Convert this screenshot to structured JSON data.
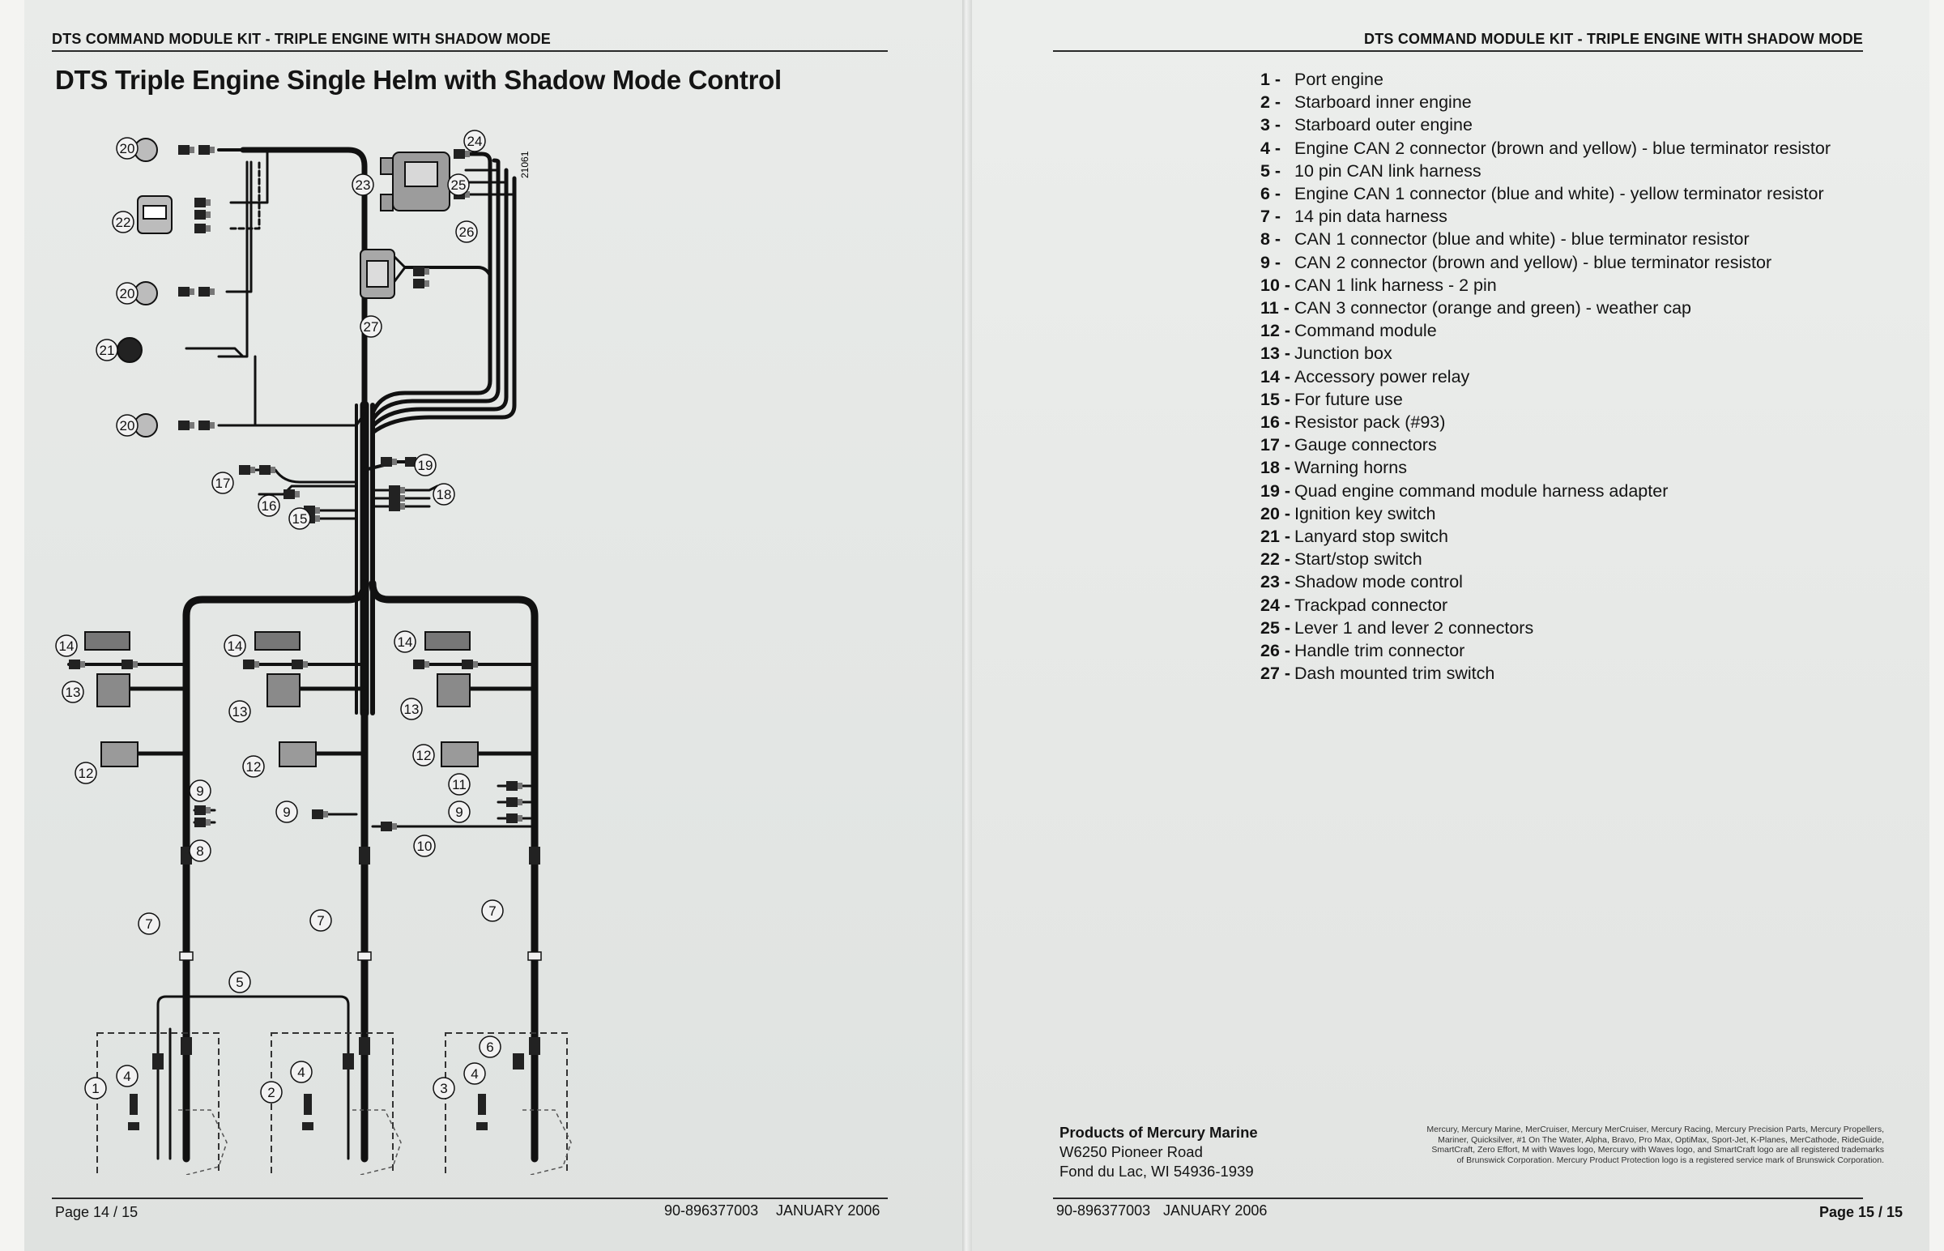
{
  "left_page": {
    "running_header": "DTS COMMAND MODULE KIT - TRIPLE ENGINE WITH SHADOW MODE",
    "title": "DTS Triple Engine Single Helm with Shadow Mode Control",
    "figure_number": "21061",
    "footer": {
      "page": "Page 14 / 15",
      "doc_number": "90-896377003",
      "date": "JANUARY 2006"
    }
  },
  "callouts": {
    "c1": "1",
    "c2": "2",
    "c3": "3",
    "c4": "4",
    "c5": "5",
    "c6": "6",
    "c7": "7",
    "c8": "8",
    "c9": "9",
    "c10": "10",
    "c11": "11",
    "c12": "12",
    "c13": "13",
    "c14": "14",
    "c15": "15",
    "c16": "16",
    "c17": "17",
    "c18": "18",
    "c19": "19",
    "c20": "20",
    "c21": "21",
    "c22": "22",
    "c23": "23",
    "c24": "24",
    "c25": "25",
    "c26": "26",
    "c27": "27"
  },
  "right_page": {
    "running_header": "DTS COMMAND MODULE KIT - TRIPLE ENGINE WITH SHADOW MODE",
    "legend": [
      {
        "num": "1 -",
        "text": "Port engine"
      },
      {
        "num": "2 -",
        "text": "Starboard inner engine"
      },
      {
        "num": "3 -",
        "text": "Starboard outer engine"
      },
      {
        "num": "4 -",
        "text": "Engine CAN 2 connector (brown and yellow) - blue terminator resistor"
      },
      {
        "num": "5 -",
        "text": "10 pin CAN link harness"
      },
      {
        "num": "6 -",
        "text": "Engine CAN 1 connector (blue and white) - yellow terminator resistor"
      },
      {
        "num": "7 -",
        "text": "14 pin data harness"
      },
      {
        "num": "8 -",
        "text": "CAN 1 connector (blue and white) - blue terminator resistor"
      },
      {
        "num": "9 -",
        "text": "CAN 2 connector (brown and yellow) - blue terminator resistor"
      },
      {
        "num": "10 -",
        "text": "CAN 1 link harness - 2 pin"
      },
      {
        "num": "11 -",
        "text": "CAN 3 connector (orange and green) - weather cap"
      },
      {
        "num": "12 -",
        "text": "Command module"
      },
      {
        "num": "13 -",
        "text": "Junction box"
      },
      {
        "num": "14 -",
        "text": "Accessory power relay"
      },
      {
        "num": "15 -",
        "text": "For future use"
      },
      {
        "num": "16 -",
        "text": "Resistor pack (#93)"
      },
      {
        "num": "17 -",
        "text": "Gauge connectors"
      },
      {
        "num": "18 -",
        "text": "Warning horns"
      },
      {
        "num": "19 -",
        "text": "Quad engine command module harness adapter"
      },
      {
        "num": "20 -",
        "text": "Ignition key switch"
      },
      {
        "num": "21 -",
        "text": "Lanyard stop switch"
      },
      {
        "num": "22 -",
        "text": "Start/stop switch"
      },
      {
        "num": "23 -",
        "text": "Shadow mode control"
      },
      {
        "num": "24 -",
        "text": "Trackpad connector"
      },
      {
        "num": "25 -",
        "text": "Lever 1 and lever 2 connectors"
      },
      {
        "num": "26 -",
        "text": "Handle trim connector"
      },
      {
        "num": "27 -",
        "text": "Dash mounted trim switch"
      }
    ],
    "address": {
      "company": "Products of Mercury Marine",
      "street": "W6250 Pioneer Road",
      "city": "Fond du Lac, WI 54936-1939"
    },
    "trademarks": "Mercury, Mercury Marine, MerCruiser, Mercury MerCruiser, Mercury Racing, Mercury Precision Parts, Mercury Propellers, Mariner, Quicksilver, #1 On The Water, Alpha, Bravo, Pro Max, OptiMax, Sport-Jet, K-Planes, MerCathode, RideGuide, SmartCraft, Zero Effort, M with Waves logo, Mercury with Waves logo, and SmartCraft logo are all registered trademarks of Brunswick Corporation. Mercury Product Protection logo is a registered service mark of Brunswick Corporation.",
    "footer": {
      "doc_number": "90-896377003",
      "date": "JANUARY 2006",
      "page": "Page 15 / 15"
    }
  }
}
